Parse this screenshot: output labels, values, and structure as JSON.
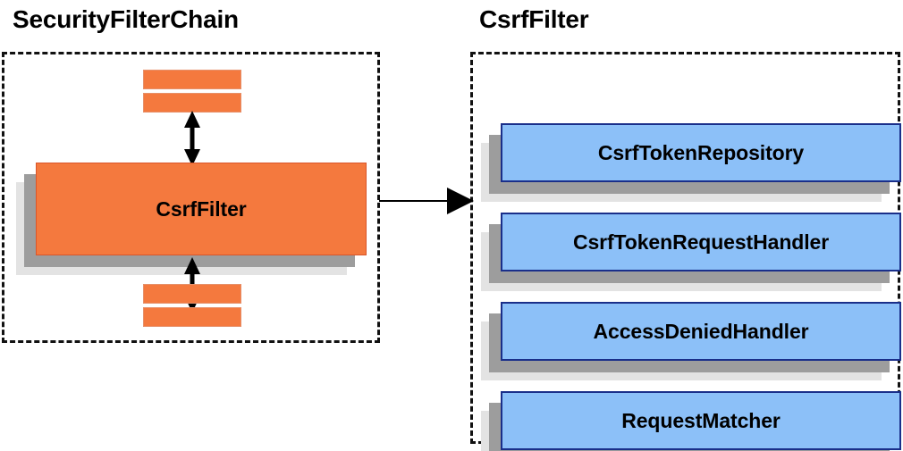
{
  "diagram": {
    "title_left": "SecurityFilterChain",
    "title_right": "CsrfFilter",
    "colors": {
      "orange_fill": "#f4793e",
      "orange_border": "#d9552a",
      "blue_fill": "#8cc0f8",
      "blue_border": "#1a2f8a",
      "shadow_mid": "#9d9d9d",
      "shadow_back": "#e3e3e3",
      "outline": "#111111",
      "arrow": "#000000",
      "background": "#ffffff"
    }
  },
  "left_panel": {
    "title": "SecurityFilterChain",
    "main_box": {
      "label": "CsrfFilter"
    },
    "top_bars": [
      {
        "label": ""
      },
      {
        "label": ""
      }
    ],
    "bottom_bars": [
      {
        "label": ""
      },
      {
        "label": ""
      }
    ],
    "arrows": {
      "top": "double-headed-vertical-arrow",
      "bottom": "double-headed-vertical-arrow"
    }
  },
  "right_panel": {
    "title": "CsrfFilter",
    "components": [
      {
        "label": "CsrfTokenRepository"
      },
      {
        "label": "CsrfTokenRequestHandler"
      },
      {
        "label": "AccessDeniedHandler"
      },
      {
        "label": "RequestMatcher"
      }
    ]
  },
  "connector": {
    "type": "single-headed-horizontal-arrow",
    "from": "SecurityFilterChain",
    "to": "CsrfFilter"
  }
}
